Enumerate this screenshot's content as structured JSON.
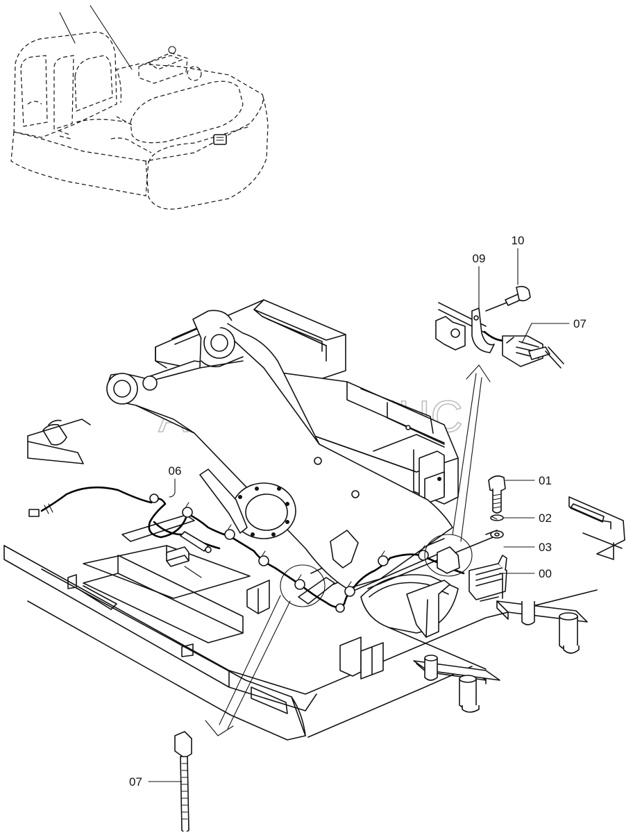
{
  "watermark": "АВТОАЛЬЯНС",
  "callouts": {
    "c10": "10",
    "c09": "09",
    "c07_connector": "07",
    "c06": "06",
    "c01": "01",
    "c02": "02",
    "c03": "03",
    "c00": "00",
    "c07_tie": "07"
  }
}
